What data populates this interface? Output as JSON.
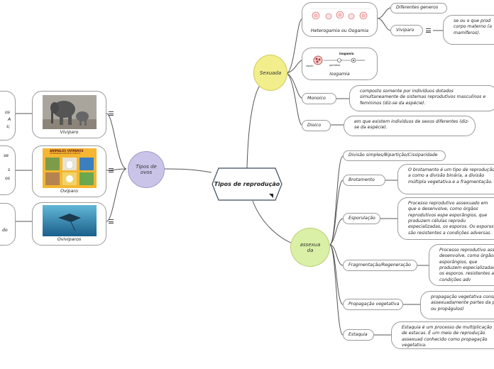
{
  "center": {
    "label": "Tipos de reprodução"
  },
  "colors": {
    "sexuada": "#f2ee8c",
    "assexuada": "#daf0a6",
    "ovos": "#c9c4e8",
    "line": "#555555"
  },
  "sexuada": {
    "label": "Sexuada",
    "heterogamia": {
      "caption": "Heterogamia ou Oogamia"
    },
    "isogamia": {
      "caption": "Isogamia",
      "img_isogamia": "Isogamia",
      "img_gametas": "gametas",
      "img_zigoto": "zigoto"
    },
    "diferentes_generos": "Diferentes generos",
    "viviparo": {
      "label": "Viviparo",
      "desc": "se ou o que prod corpo materno (a mamíferos)."
    },
    "monoico": {
      "label": "Monoico",
      "desc": "composto somente por indivíduos dotados simultaneamente de sistemas reprodutivos masculinos e femininos (diz-se da espécie)."
    },
    "dioico": {
      "label": "Dioico",
      "desc": "em que existem indivíduos de sexos diferentes (diz-se da espécie)."
    }
  },
  "assexuada": {
    "label": "assexuada",
    "divisao": "Divisão simples/Bipartição/Cissiparidade",
    "brotamento": {
      "label": "Brotamento",
      "desc": "O brotamento é um tipo de reprodução a como a divisão binária, a divisão múltipla vegetativa e a fragmentação."
    },
    "esporulacao": {
      "label": "Esporulação",
      "desc": "Processo reprodutivo assexuado em que o desenvolve, como órgãos reprodutivos espe esporângios, que produzem células reprodu especializadas, os esporos. Os esporos são resistentes a condições adversas."
    },
    "fragmentacao": {
      "label": "Fragmentação/Regeneração",
      "desc": "Processo reprodutivo asse desenvolve, como órgãos r esporângios, que produzem especializadas, os esporos. resistentes a condições adv"
    },
    "propagacao": {
      "label": "Propagação vegetativa",
      "desc": "propagação vegetativa consist assexuadamente partes da pla ou propágulos)"
    },
    "estaquia": {
      "label": "Estaquia",
      "desc": "Estaquia é um processo de multiplicação de estacas. É um meio de reprodução assexuad conhecido como propagação vegetativa."
    }
  },
  "ovos": {
    "label": "Tipos de ovos",
    "viviparo": {
      "caption": "Viviparo"
    },
    "oviparo": {
      "caption": "Oviparo",
      "poster_title": "ANIMALES OVÍPAROS",
      "poster_sub": "SE REPRODUCEN POR HUEVOS"
    },
    "oviviparo": {
      "caption": "Oviviparos"
    }
  },
  "left_fragments": {
    "f1": [
      "os",
      "A",
      "s;"
    ],
    "f2": [
      "se",
      "",
      "s",
      "os"
    ],
    "f3": [
      "do"
    ]
  }
}
